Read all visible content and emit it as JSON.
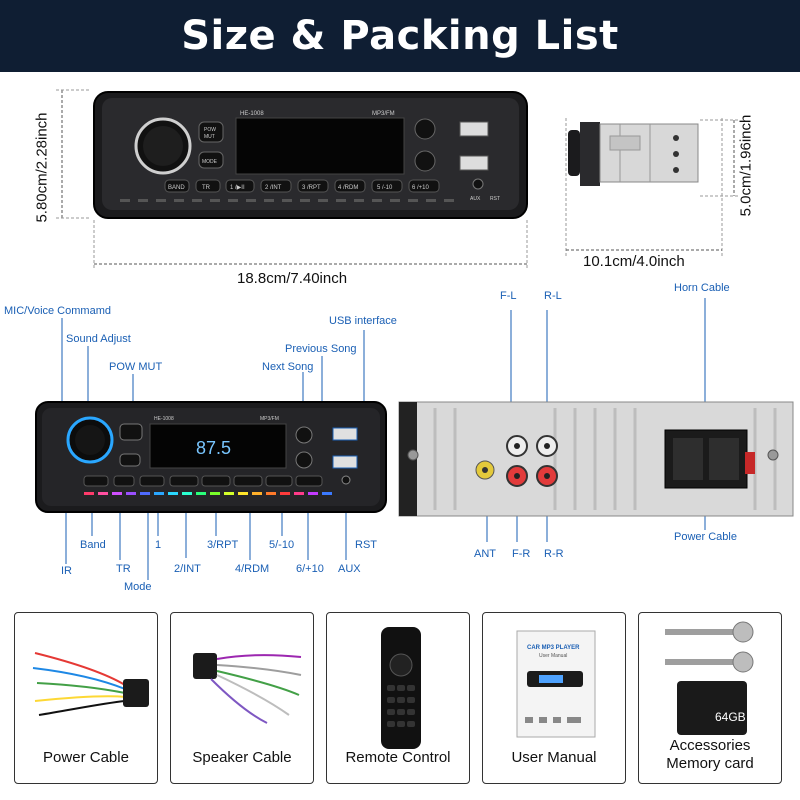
{
  "title": "Size & Packing List",
  "dimensions": {
    "height_front": "5.80cm/2.28inch",
    "width_front": "18.8cm/7.40inch",
    "height_side": "5.0cm/1.96inch",
    "depth_side": "10.1cm/4.0inch"
  },
  "radio": {
    "model": "HE-1008",
    "mode": "MP3/FM",
    "display": "87.5",
    "buttons": {
      "pow_mut_top": "POW",
      "pow_mut_bottom": "MUT",
      "mode": "MODE",
      "band": "BAND",
      "tr": "TR",
      "b1": "1 /▶II",
      "b2": "2 /INT",
      "b3": "3 /RPT",
      "b4": "4 /RDM",
      "b5": "5 /-10",
      "b6": "6 /+10",
      "aux": "AUX",
      "rst": "RST"
    }
  },
  "front_callouts": {
    "mic": "MIC/Voice Commamd",
    "sound": "Sound Adjust",
    "pow": "POW MUT",
    "next": "Next Song",
    "prev": "Previous Song",
    "usb": "USB interface",
    "ir": "IR",
    "band": "Band",
    "tr": "TR",
    "mode": "Mode",
    "one": "1",
    "int": "2/INT",
    "rpt": "3/RPT",
    "rdm": "4/RDM",
    "m10": "5/-10",
    "p10": "6/+10",
    "aux": "AUX",
    "rst": "RST"
  },
  "back_callouts": {
    "fl": "F-L",
    "rl": "R-L",
    "horn": "Horn Cable",
    "ant": "ANT",
    "fr": "F-R",
    "rr": "R-R",
    "power": "Power Cable"
  },
  "packing": [
    {
      "label": "Power Cable"
    },
    {
      "label": "Speaker Cable"
    },
    {
      "label": "Remote Control"
    },
    {
      "label": "User Manual"
    },
    {
      "label": "Accessories",
      "label2": "Memory card"
    }
  ],
  "manual": {
    "title": "CAR MP3 PLAYER",
    "subtitle": "User Manual"
  },
  "memory_card_size": "64GB",
  "colors": {
    "banner": "#0f1e33",
    "callout": "#1a5fb4",
    "knob_ring": "#2aa7ff"
  }
}
